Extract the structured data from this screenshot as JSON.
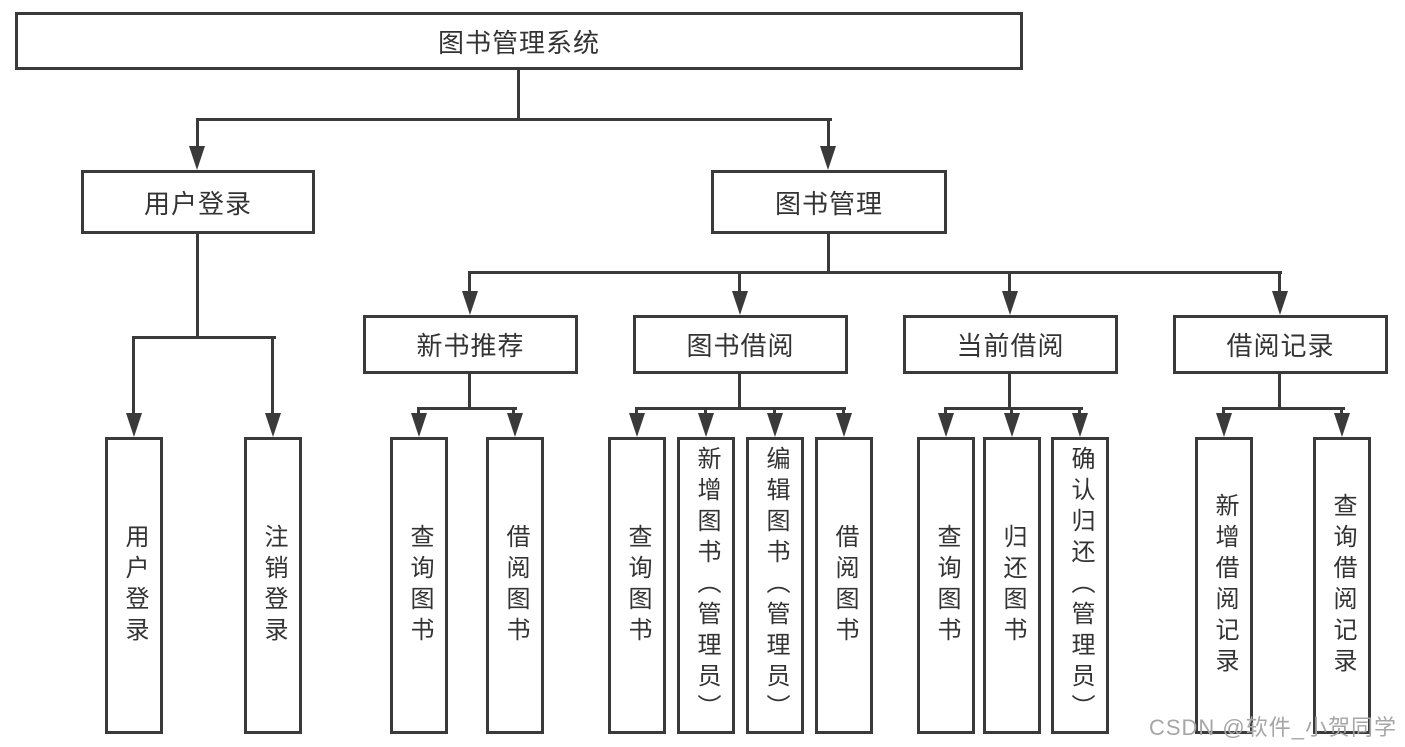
{
  "tree": {
    "label": "图书管理系统",
    "children": [
      {
        "label": "用户登录",
        "children": [
          {
            "label": "用户登录"
          },
          {
            "label": "注销登录"
          }
        ]
      },
      {
        "label": "图书管理",
        "children": [
          {
            "label": "新书推荐",
            "children": [
              {
                "label": "查询图书"
              },
              {
                "label": "借阅图书"
              }
            ]
          },
          {
            "label": "图书借阅",
            "children": [
              {
                "label": "查询图书"
              },
              {
                "label": "新增图书（管理员）"
              },
              {
                "label": "编辑图书（管理员）"
              },
              {
                "label": "借阅图书"
              }
            ]
          },
          {
            "label": "当前借阅",
            "children": [
              {
                "label": "查询图书"
              },
              {
                "label": "归还图书"
              },
              {
                "label": "确认归还（管理员）"
              }
            ]
          },
          {
            "label": "借阅记录",
            "children": [
              {
                "label": "新增借阅记录"
              },
              {
                "label": "查询借阅记录"
              }
            ]
          }
        ]
      }
    ]
  },
  "watermark": {
    "text": "CSDN @软件_小贺同学"
  },
  "colors": {
    "line": "#3a3a3a",
    "text": "#333333",
    "watermark": "#a6a6a6",
    "background": "#ffffff"
  }
}
